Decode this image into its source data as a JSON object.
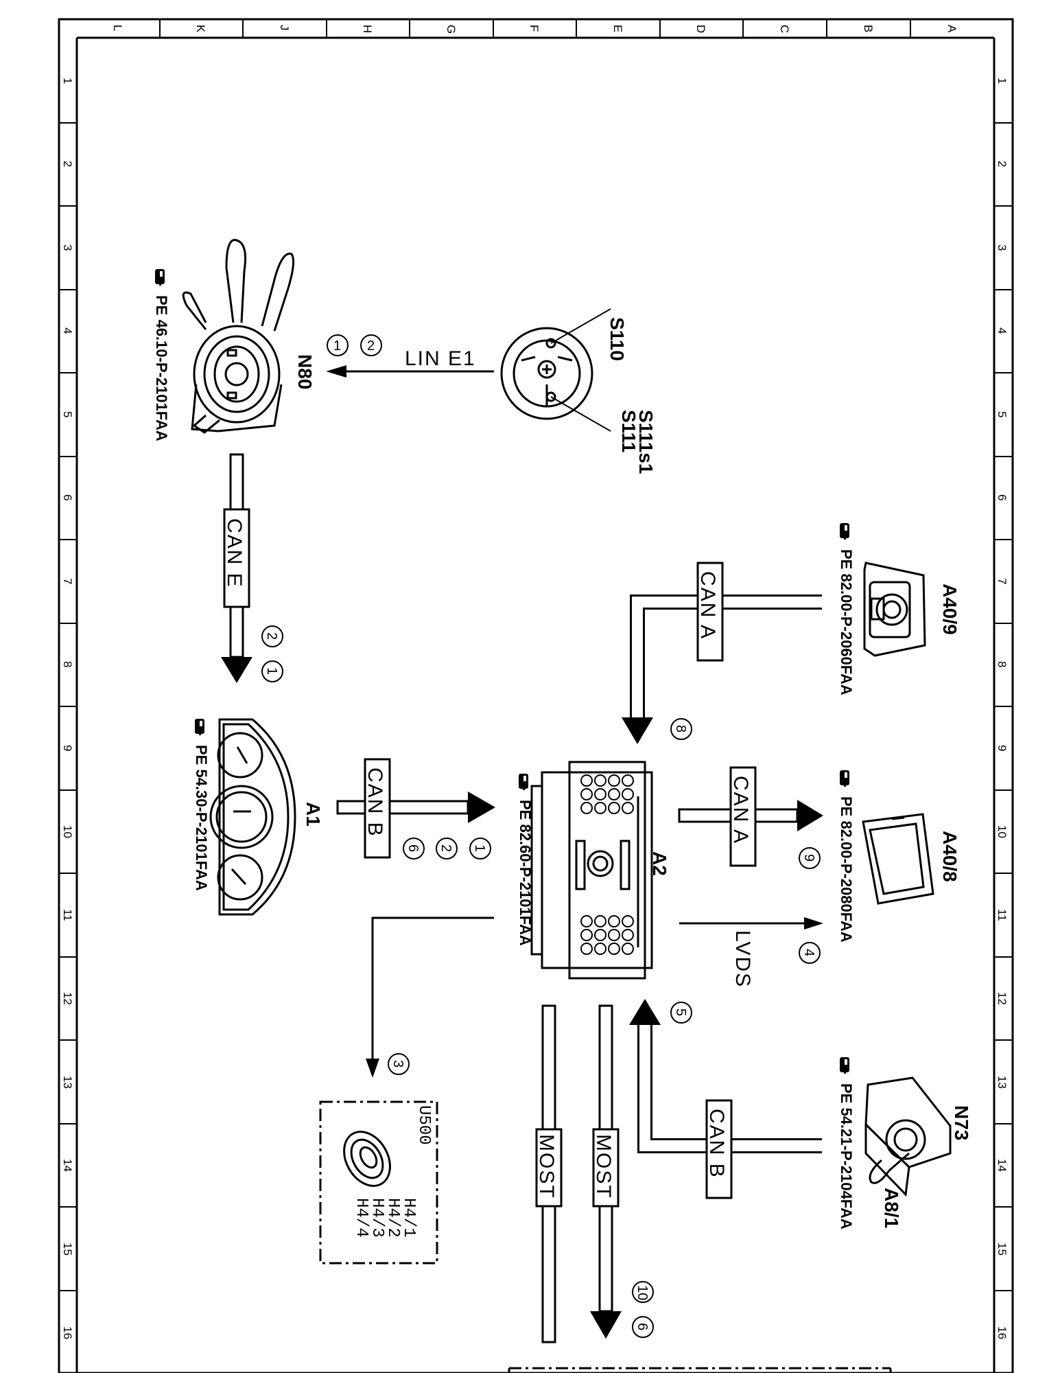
{
  "grid": {
    "columns": [
      "L",
      "K",
      "J",
      "H",
      "G",
      "F",
      "E",
      "D",
      "C",
      "B",
      "A"
    ],
    "rows": [
      "1",
      "2",
      "3",
      "4",
      "5",
      "6",
      "7",
      "8",
      "9",
      "10",
      "11",
      "12",
      "13",
      "14",
      "15",
      "16"
    ]
  },
  "components": {
    "n80": {
      "label": "N80",
      "ref": "PE 46.10-P-2101FAA"
    },
    "s110": {
      "label": "S110"
    },
    "s111s1": {
      "label": "S111s1"
    },
    "s111": {
      "label": "S111"
    },
    "a1": {
      "label": "A1",
      "ref": "PE 54.30-P-2101FAA"
    },
    "a2": {
      "label": "A2",
      "ref": "PE 82.60-P-2101FAA"
    },
    "a40_9": {
      "label": "A40/9",
      "ref": "PE 82.00-P-2060FAA"
    },
    "a40_8": {
      "label": "A40/8",
      "ref": "PE 82.00-P-2080FAA"
    },
    "n73": {
      "label": "N73",
      "ref": "PE 54.21-P-2104FAA"
    },
    "a8_1": {
      "label": "A8/1"
    },
    "u500": {
      "label": "U500",
      "outputs": [
        "H4/1",
        "H4/2",
        "H4/3",
        "H4/4"
      ]
    }
  },
  "buses": {
    "lin_e1": "LIN E1",
    "can_e": "CAN E",
    "can_a_top": "CAN A",
    "can_b_a1": "CAN B",
    "can_a_right": "CAN A",
    "lvds": "LVDS",
    "can_b_n73": "CAN B",
    "most_1": "MOST",
    "most_2": "MOST"
  },
  "markers": {
    "lin_1": "1",
    "lin_2": "2",
    "cane_2": "2",
    "cane_1": "1",
    "cana_8": "8",
    "canb_6": "6",
    "canb_2": "2",
    "canb_1": "1",
    "cana_9": "9",
    "lvds_4": "4",
    "speaker_3": "3",
    "n73_5": "5",
    "most_10": "10",
    "most_6": "6"
  },
  "icons": [
    "hand-pointer-icon"
  ]
}
